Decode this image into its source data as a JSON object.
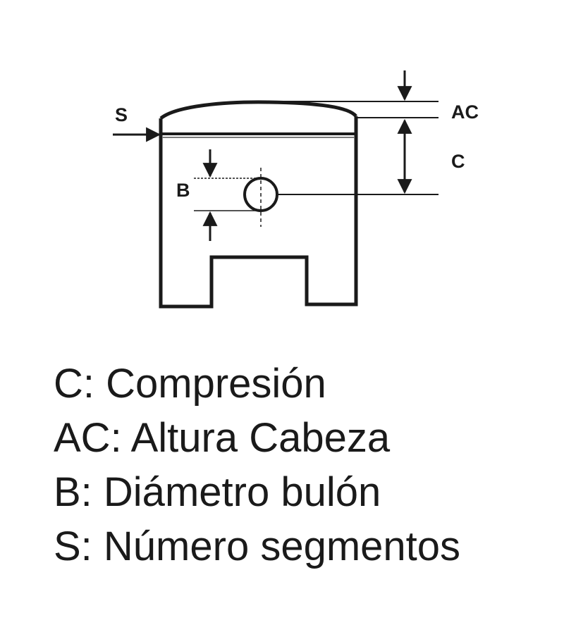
{
  "diagram": {
    "labels": {
      "s": "S",
      "ac": "AC",
      "c": "C",
      "b": "B"
    },
    "line_color": "#1a1a1a"
  },
  "legend": [
    {
      "text": "C: Compresión"
    },
    {
      "text": "AC: Altura Cabeza"
    },
    {
      "text": "B: Diámetro bulón"
    },
    {
      "text": "S: Número segmentos"
    }
  ]
}
